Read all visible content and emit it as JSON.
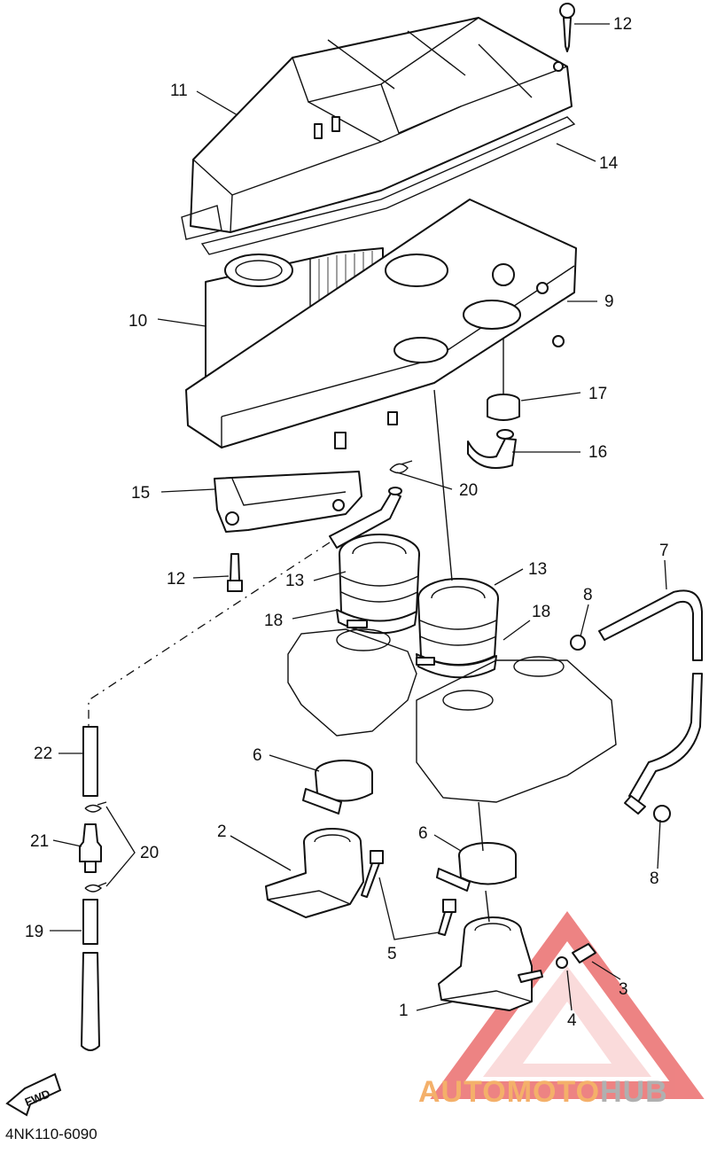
{
  "diagram_code": "4NK110-6090",
  "fwd_label": "FWD",
  "watermark": {
    "part1": "AUTOMOTO",
    "part2": "HUB",
    "accent_color": "#f4b06a",
    "gray_color": "#b0b0b0",
    "triangle_color": "#e85a5a"
  },
  "callouts": [
    {
      "n": "12"
    },
    {
      "n": "11"
    },
    {
      "n": "14"
    },
    {
      "n": "9"
    },
    {
      "n": "10"
    },
    {
      "n": "17"
    },
    {
      "n": "16"
    },
    {
      "n": "15"
    },
    {
      "n": "20"
    },
    {
      "n": "12"
    },
    {
      "n": "13"
    },
    {
      "n": "13"
    },
    {
      "n": "7"
    },
    {
      "n": "18"
    },
    {
      "n": "18"
    },
    {
      "n": "8"
    },
    {
      "n": "22"
    },
    {
      "n": "6"
    },
    {
      "n": "2"
    },
    {
      "n": "21"
    },
    {
      "n": "20"
    },
    {
      "n": "6"
    },
    {
      "n": "8"
    },
    {
      "n": "5"
    },
    {
      "n": "19"
    },
    {
      "n": "3"
    },
    {
      "n": "1"
    },
    {
      "n": "4"
    }
  ]
}
